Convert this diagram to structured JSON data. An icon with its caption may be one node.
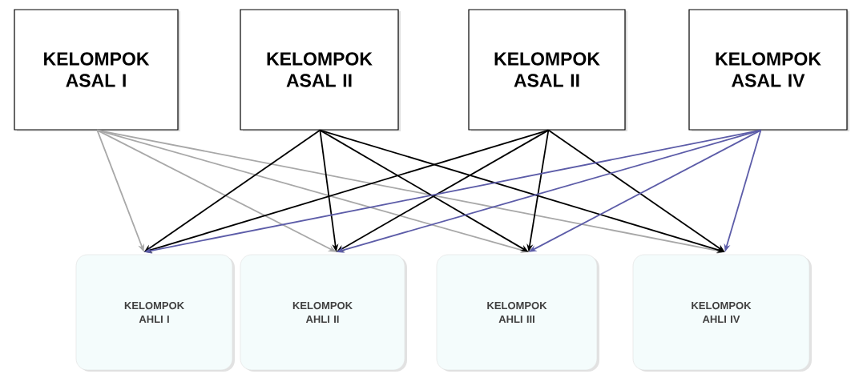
{
  "diagram": {
    "nodes": [
      {
        "text": [
          "KELOMPOK ASAL I"
        ]
      },
      {
        "text": [
          "KELOMPOK ASAL II"
        ]
      },
      {
        "text": [
          "KELOMPOK ASAL II"
        ]
      },
      {
        "text": [
          "KELOMPOK ASAL IV"
        ]
      },
      {
        "text": [
          "KELOMPOK AHLI I"
        ]
      },
      {
        "text": [
          "KELOMPOK AHLI II"
        ]
      },
      {
        "text": [
          "KELOMPOK AHLI III"
        ]
      },
      {
        "text": [
          "KELOMPOK AHLI IV"
        ]
      }
    ],
    "edges": [
      {
        "from": 0,
        "to": 4,
        "arrow": "to",
        "color": "#a8a8a8"
      },
      {
        "from": 0,
        "to": 5,
        "arrow": "to",
        "color": "#a8a8a8"
      },
      {
        "from": 0,
        "to": 6,
        "arrow": "to",
        "color": "#a8a8a8"
      },
      {
        "from": 0,
        "to": 7,
        "arrow": "to",
        "color": "#a8a8a8"
      },
      {
        "from": 1,
        "to": 4,
        "arrow": "to"
      },
      {
        "from": 1,
        "to": 5,
        "arrow": "to"
      },
      {
        "from": 1,
        "to": 6,
        "arrow": "to"
      },
      {
        "from": 1,
        "to": 7,
        "arrow": "to"
      },
      {
        "from": 2,
        "to": 4,
        "arrow": "to"
      },
      {
        "from": 2,
        "to": 5,
        "arrow": "to"
      },
      {
        "from": 2,
        "to": 6,
        "arrow": "to"
      },
      {
        "from": 2,
        "to": 7,
        "arrow": "to"
      },
      {
        "from": 3,
        "to": 4,
        "arrow": "to",
        "color": "#5c5ca8"
      },
      {
        "from": 3,
        "to": 5,
        "arrow": "to",
        "color": "#5c5ca8"
      },
      {
        "from": 3,
        "to": 6,
        "arrow": "to",
        "color": "#5c5ca8"
      },
      {
        "from": 3,
        "to": 7,
        "arrow": "to",
        "color": "#5c5ca8"
      }
    ]
  }
}
